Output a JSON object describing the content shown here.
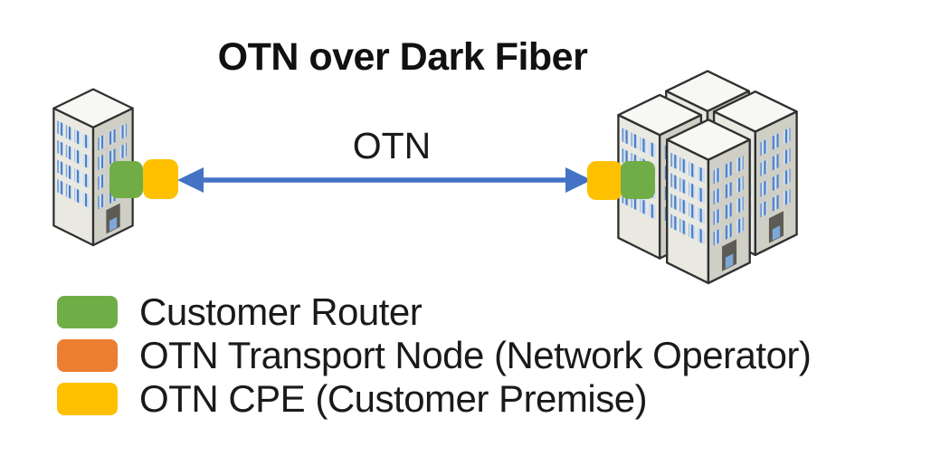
{
  "title": "OTN over Dark Fiber",
  "connection": {
    "label": "OTN",
    "color": "#4472C4",
    "style": "double-headed-arrow"
  },
  "sites": {
    "left": {
      "icon": "office-building",
      "devices": [
        "customer-router",
        "otn-cpe"
      ]
    },
    "right": {
      "icon": "office-building-cluster",
      "devices": [
        "otn-cpe",
        "customer-router"
      ]
    }
  },
  "legend": {
    "items": [
      {
        "id": "customer-router",
        "color": "#70AD47",
        "label": "Customer Router"
      },
      {
        "id": "otn-transport-node",
        "color": "#ED7D31",
        "label": "OTN Transport Node (Network Operator)"
      },
      {
        "id": "otn-cpe",
        "color": "#FFC000",
        "label": "OTN CPE (Customer Premise)"
      }
    ]
  },
  "palette": {
    "background": "#ffffff",
    "text": "#1a1a1a",
    "building_top": "#f7f7f3",
    "building_left_face": "#e9e9e2",
    "building_right_face": "#cfcfc6",
    "building_outline": "#303030",
    "window_dark_blue": "#4f7fc4",
    "window_light_blue": "#cfe0f3",
    "door_gray": "#5c5c55"
  }
}
